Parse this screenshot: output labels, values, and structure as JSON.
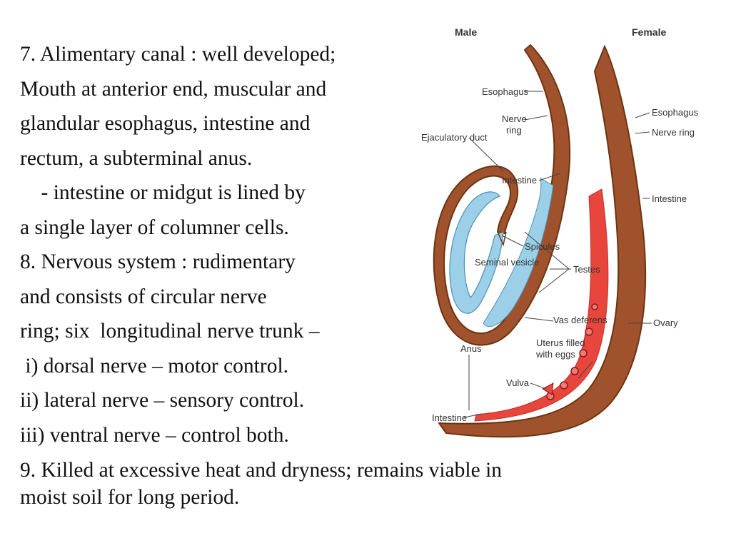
{
  "slide": {
    "lines": [
      "7. Alimentary canal : well developed;",
      "Mouth at anterior end, muscular and",
      "glandular esophagus, intestine and",
      "rectum, a subterminal anus.",
      "    - intestine or midgut is lined by",
      "a single layer of columner cells.",
      "8. Nervous system : rudimentary",
      "and consists of circular nerve",
      "ring; six  longitudinal nerve trunk –",
      " i) dorsal nerve – motor control.",
      "ii) lateral nerve – sensory control.",
      "iii) ventral nerve – control both."
    ],
    "bottom_lines": [
      "9. Killed at excessive heat and dryness; remains viable in",
      "moist soil for long period."
    ]
  },
  "diagram": {
    "headings": {
      "male": "Male",
      "female": "Female"
    },
    "male_labels": {
      "esophagus": "Esophagus",
      "nerve_ring_1": "Nerve",
      "nerve_ring_2": "ring",
      "ejaculatory_duct": "Ejaculatory duct",
      "intestine": "Intestine",
      "spicules": "Spicules",
      "seminal_vesicle": "Seminal vesicle",
      "testes": "Testes",
      "vas_deferens": "Vas deferens",
      "anus": "Anus",
      "intestine_bottom": "Intestine"
    },
    "female_labels": {
      "esophagus": "Esophagus",
      "nerve_ring": "Nerve ring",
      "intestine": "Intestine",
      "ovary": "Ovary",
      "uterus_1": "Uterus filled",
      "uterus_2": "with eggs",
      "vulva": "Vulva"
    },
    "colors": {
      "body_wall": "#a0522d",
      "body_outline": "#6b3410",
      "testis_blue": "#9ccfe8",
      "ovary_red": "#e8453c",
      "egg_outline": "#8b1a1a",
      "leader": "#444444"
    }
  }
}
